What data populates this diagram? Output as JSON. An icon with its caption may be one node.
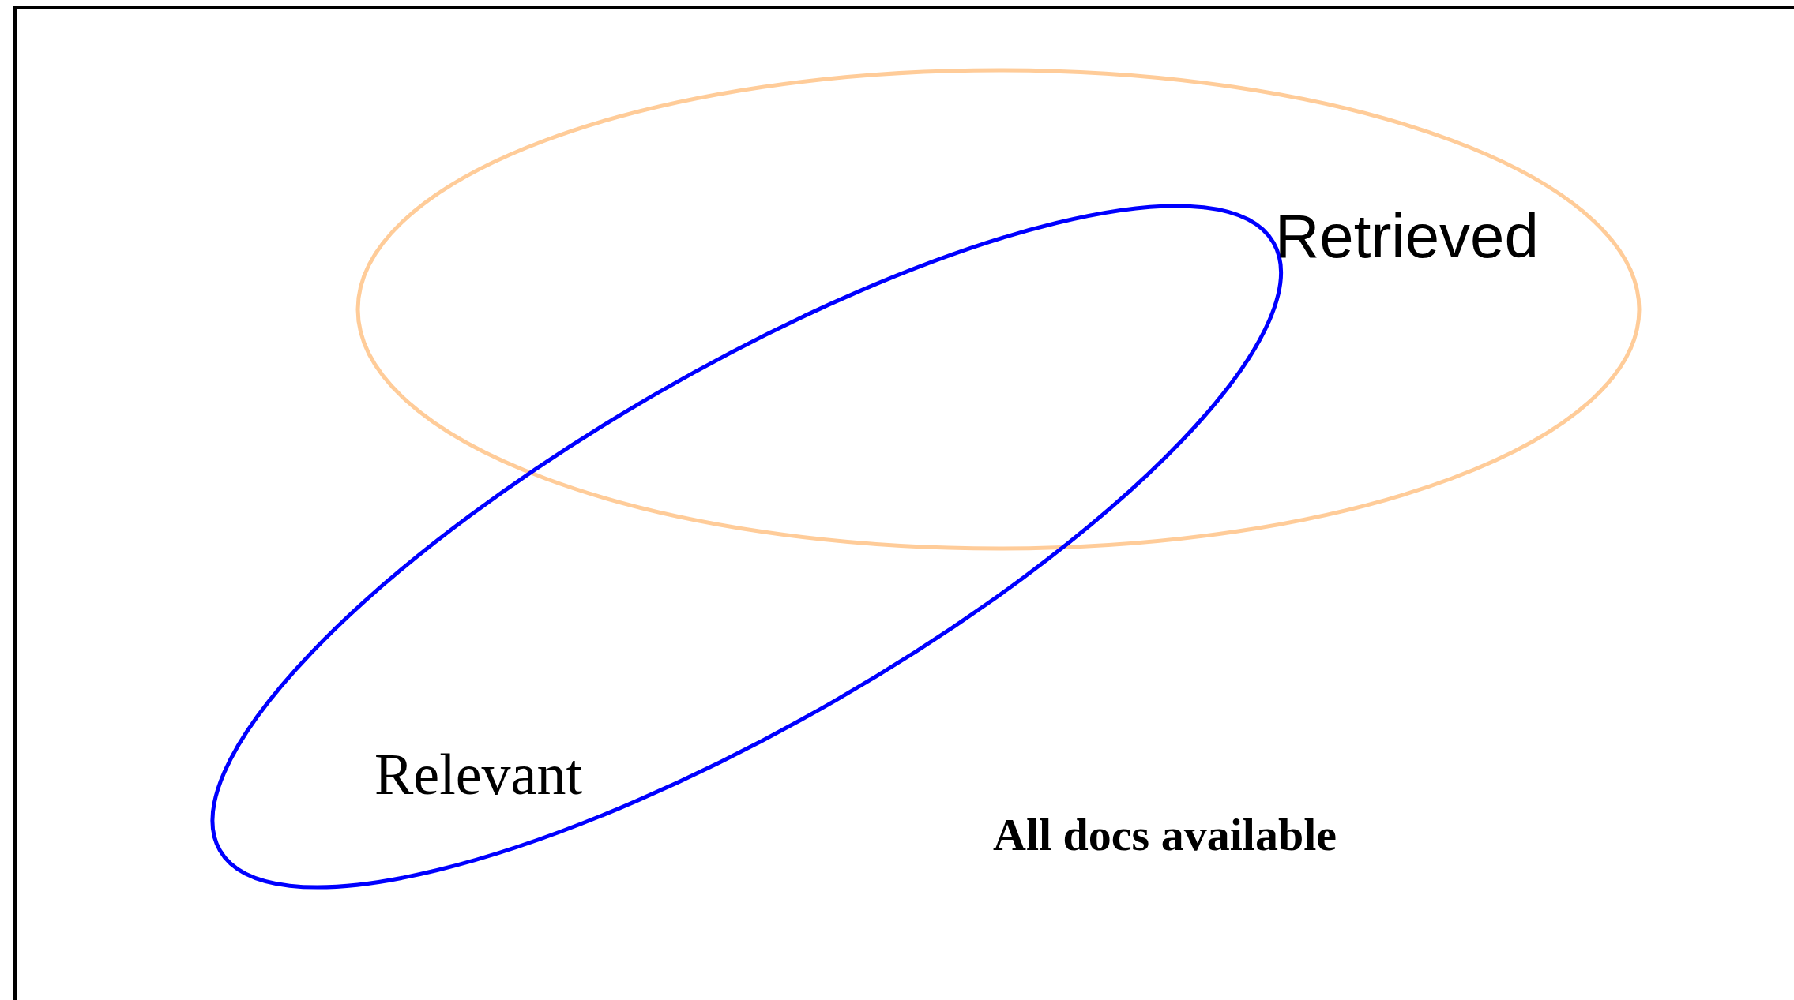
{
  "diagram": {
    "nodes": [
      {
        "text": [
          "All docs available"
        ]
      },
      {
        "text": [
          "Retrieved"
        ],
        "in": 0
      },
      {
        "text": [
          "Relevant"
        ],
        "in": 0
      }
    ]
  }
}
